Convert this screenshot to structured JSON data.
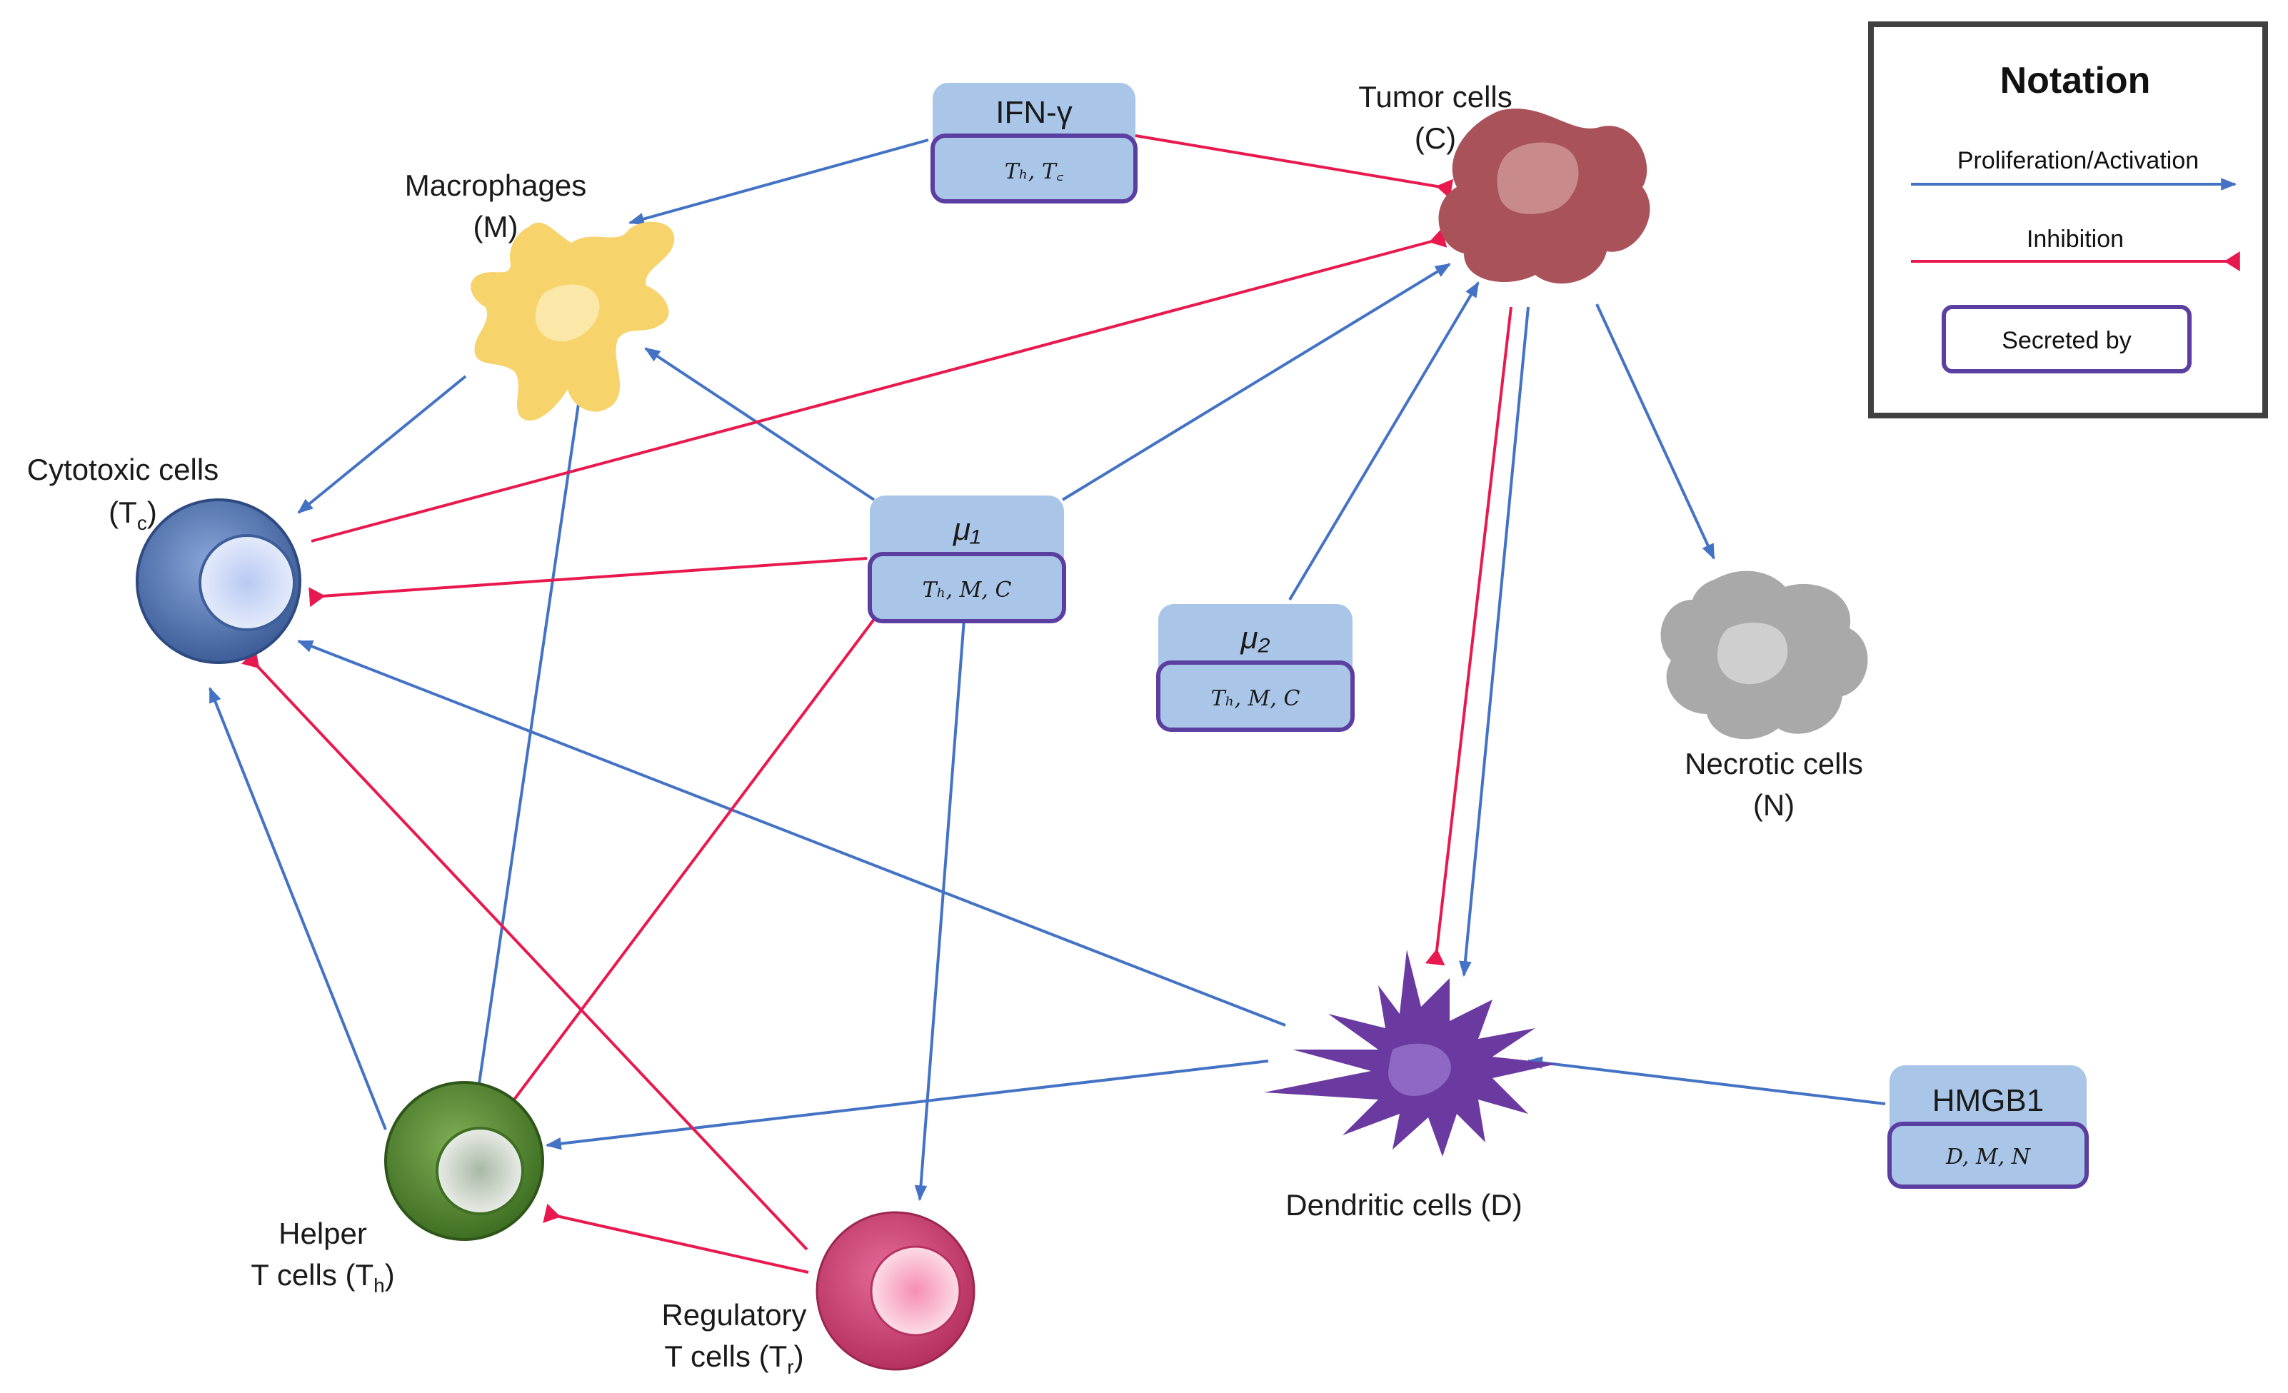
{
  "colors": {
    "activation": "#4472c4",
    "inhibition": "#e8194f",
    "box_fill": "#a9c5e8",
    "box_border": "#5b3fa0"
  },
  "cells": {
    "tumor": {
      "line1": "Tumor  cells",
      "line2": "(C)"
    },
    "macrophages": {
      "line1": "Macrophages",
      "line2": "(M)"
    },
    "cytotoxic": {
      "line1": "Cytotoxic cells",
      "line2_main": "(T",
      "line2_sub": "c",
      "line2_end": ")"
    },
    "helper": {
      "line1": "Helper",
      "line2_main": "T cells (T",
      "line2_sub": "h",
      "line2_end": ")"
    },
    "regulatory": {
      "line1": "Regulatory",
      "line2_main": "T cells (T",
      "line2_sub": "r",
      "line2_end": ")"
    },
    "dendritic": {
      "line1": "Dendritic  cells (D)"
    },
    "necrotic": {
      "line1": "Necrotic cells",
      "line2": "(N)"
    }
  },
  "cytokines": {
    "ifn": {
      "title": "IFN-γ",
      "secreted_by": "Tₕ, T꜀"
    },
    "mu1": {
      "title": "μ₁",
      "secreted_by": "Tₕ, M, C"
    },
    "mu2": {
      "title": "μ₂",
      "secreted_by": "Tₕ, M, C"
    },
    "hmgb1": {
      "title": "HMGB1",
      "secreted_by": "D, M, N"
    }
  },
  "notation": {
    "title": "Notation",
    "activation_label": "Proliferation/Activation",
    "inhibition_label": "Inhibition",
    "secreted_label": "Secreted by"
  }
}
